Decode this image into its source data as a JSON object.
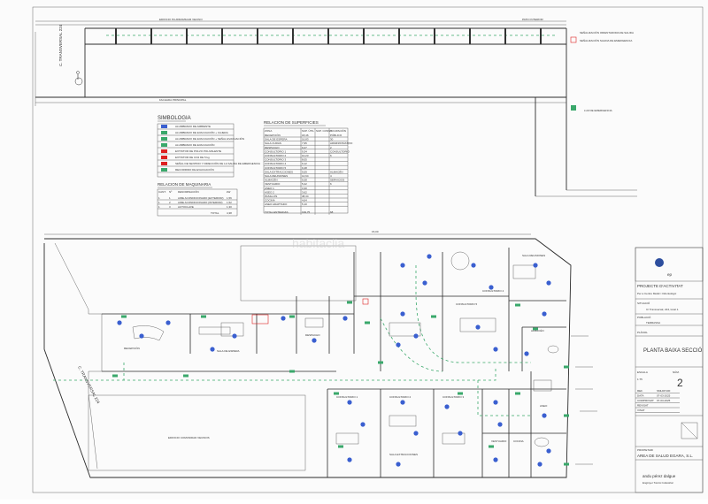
{
  "top_strip": {
    "street_vertical": "C. TRANSVERSAL 224",
    "label_top_a": "EDIFICIO PLURIFAMILIAR VECINO",
    "label_top_b": "PATIO INTERIOR",
    "label_bottom": "FACHADA PRINCIPAL",
    "right_notes": [
      "SEÑALIZACIÓN ORIENTADORA DE SALIDA",
      "SEÑALIZACIÓN SALIDA DE EMERGENCIA",
      "LUZ DE EMERGENCIA"
    ]
  },
  "simbologia": {
    "title": "SIMBOLOGIA",
    "items": [
      "ALUMBRADO DE AMBIENTE",
      "ALUMBRADO DE EVACUACIÓN + CAJERA",
      "ALUMBRADO DE EVACUACIÓN + SEÑAL EVACUACIÓN",
      "ALUMBRADO DE EVACUACIÓN",
      "EXTINTOR DE POLVO POLIVALENTE",
      "EXTINTOR DE CO2 DE 5 kg",
      "SEÑAL DE SENTIDO Y DIRECCIÓN DE LA SALIDA DE EMERGENCIA",
      "RECORRIDO DE EVACUACIÓN"
    ]
  },
  "maquinaria": {
    "title": "RELACION DE MAQUINARIA",
    "headers": [
      "CANT.",
      "Nº",
      "DENOMINACIÓN",
      "kW"
    ],
    "rows": [
      [
        "1",
        "1",
        "AIRE ACONDICIONADO (EXTERIOR)",
        "1,56"
      ],
      [
        "1",
        "2",
        "AIRE ACONDICIONADO (INTERIOR)",
        "1,52"
      ],
      [
        "1",
        "3",
        "AUTOCLAVE",
        "1,30"
      ]
    ],
    "total_label": "TOTAL",
    "total_value": "4,38"
  },
  "superficies": {
    "title": "RELACION DE SUPERFICIES",
    "headers": [
      "ZONA",
      "SUP. ÚTIL",
      "SUP. CONST.",
      "OCUPACIÓN"
    ],
    "rows": [
      [
        "RECEPCIÓN",
        "18,46",
        "",
        "PÚBLICO"
      ],
      [
        "SALA DE ESPERA",
        "16,83",
        "",
        "30"
      ],
      [
        "SALA CURAS",
        "7,95",
        "",
        "ADMINISTRATIVO"
      ],
      [
        "DESPACHO",
        "9,27",
        "",
        "2"
      ],
      [
        "CONSULTORIO 1",
        "9,34",
        "",
        "CONSULTORIO"
      ],
      [
        "CONSULTORIO 2",
        "10,23",
        "",
        "6"
      ],
      [
        "CONSULTORIO 3",
        "8,05",
        "",
        ""
      ],
      [
        "CONSULTORIO 4",
        "9,12",
        "",
        ""
      ],
      [
        "CONSULTORIO 5",
        "9,48",
        "",
        ""
      ],
      [
        "SALA EXTRACCIONES",
        "9,59",
        "",
        "ALMACÉN"
      ],
      [
        "SALA REUNIONES",
        "14,64",
        "",
        "4"
      ],
      [
        "ALMACÉN",
        "6,08",
        "",
        "SERVICIOS"
      ],
      [
        "VESTUARIO",
        "5,22",
        "",
        "6"
      ],
      [
        "ASEO 1",
        "3,30",
        "",
        ""
      ],
      [
        "ASEO 2",
        "3,62",
        "",
        ""
      ],
      [
        "PASILLOS",
        "38,34",
        "",
        ""
      ],
      [
        "COCINA",
        "4,64",
        "",
        ""
      ],
      [
        "ASEO ADAPTADO",
        "5,10",
        "",
        ""
      ]
    ],
    "total_label": "TOTAL ENTRADAS",
    "total_values": [
      "199,75",
      "",
      "68"
    ]
  },
  "plan": {
    "street_left": "C. TRANSVERSAL 224",
    "rooms": [
      {
        "label": "RECEPCIÓN"
      },
      {
        "label": "SALA DE ESPERA"
      },
      {
        "label": "DESPACHO"
      },
      {
        "label": "CONSULTORIO 1"
      },
      {
        "label": "CONSULTORIO 2"
      },
      {
        "label": "CONSULTORIO 3"
      },
      {
        "label": "CONSULTORIO 4"
      },
      {
        "label": "CONSULTORIO 5"
      },
      {
        "label": "SALA REUNIONES"
      },
      {
        "label": "ALMACÉN"
      },
      {
        "label": "VESTUARIO"
      },
      {
        "label": "SALA EXTRACCIONES"
      },
      {
        "label": "ASEO"
      },
      {
        "label": "COCINA"
      }
    ],
    "bottom_label": "EDIFICIO COMUNIDAD VECINOS",
    "dimension_top": "15,00",
    "watermark": "habitaclia"
  },
  "titleblock": {
    "logo_text": "ep",
    "projecte_label": "PROJECTE D'ACTIVITAT",
    "projecte_text": "Per a Centre Mèdic i Odontològic",
    "situacio_label": "SITUACIÓ",
    "situacio_text": "C/ Transversal, 224, local 1.",
    "poblacio_label": "POBLACIÓ",
    "poblacio_text": "TERRASSA",
    "plano_label": "PLÀNOL",
    "plano_title": "PLANTA BAIXA SECCIÓ",
    "escala_label": "ESCALA",
    "escala_value": "1:75",
    "num_label": "NÚM.",
    "num_value": "2",
    "fields": [
      {
        "label": "REF.",
        "value": "SMLDP10F"
      },
      {
        "label": "DATA",
        "value": "07-03-2025"
      },
      {
        "label": "COMPROVAT",
        "value": "07-03-2025"
      },
      {
        "label": "REVISAT",
        "value": ""
      },
      {
        "label": "VISAT",
        "value": ""
      }
    ],
    "client_label": "PROPIETARI",
    "client_name": "AREA DE SALUD EGARA, S.L.",
    "author": "andu pérez dalgue",
    "author_sub": "Enginyer Tècnic Industrial"
  }
}
